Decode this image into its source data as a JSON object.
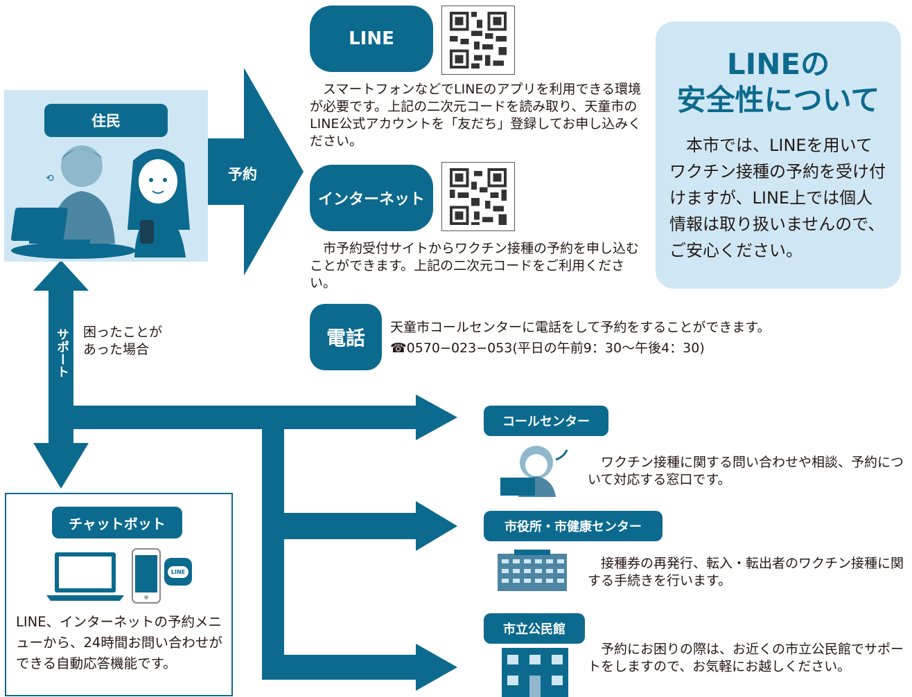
{
  "resident": {
    "title": "住民"
  },
  "reserve_arrow": {
    "label": "予約"
  },
  "support": {
    "label": "サポート",
    "note_line1": "困ったことが",
    "note_line2": "あった場合"
  },
  "line_method": {
    "title": "LINE",
    "desc": "　スマートフォンなどでLINEのアプリを利用できる環境が必要です。上記の二次元コードを読み取り、天童市のLINE公式アカウントを「友だち」登録してお申し込みください。"
  },
  "internet_method": {
    "title": "インターネット",
    "desc": "　市予約受付サイトからワクチン接種の予約を申し込むことができます。上記の二次元コードをご利用ください。"
  },
  "phone_method": {
    "title": "電話",
    "desc": "天童市コールセンターに電話をして予約をすることができます。",
    "number": "☎0570−023−053(平日の午前9：30〜午後4：30)"
  },
  "safety_box": {
    "title_line1": "LINEの",
    "title_line2": "安全性について",
    "body": "　本市では、LINEを用いてワクチン接種の予約を受け付けますが、LINE上では個人情報は取り扱いませんので、ご安心ください。"
  },
  "chatbot": {
    "title": "チャットボット",
    "line_badge": "LINE",
    "desc": "LINE、インターネットの予約メニューから、24時間お問い合わせができる自動応答機能です。"
  },
  "call_center": {
    "title": "コールセンター",
    "desc": "　ワクチン接種に関する問い合わせや相談、予約について対応する窓口です。"
  },
  "city_hall": {
    "title": "市役所・市健康センター",
    "desc": "　接種券の再発行、転入・転出者のワクチン接種に関する手続きを行います。"
  },
  "community_center": {
    "title": "市立公民館",
    "desc": "　予約にお困りの際は、お近くの市立公民館でサポートをしますので、お気軽にお越しください。"
  },
  "colors": {
    "primary": "#0c6a8e",
    "light_blue": "#cfe7f4",
    "text": "#231815"
  }
}
